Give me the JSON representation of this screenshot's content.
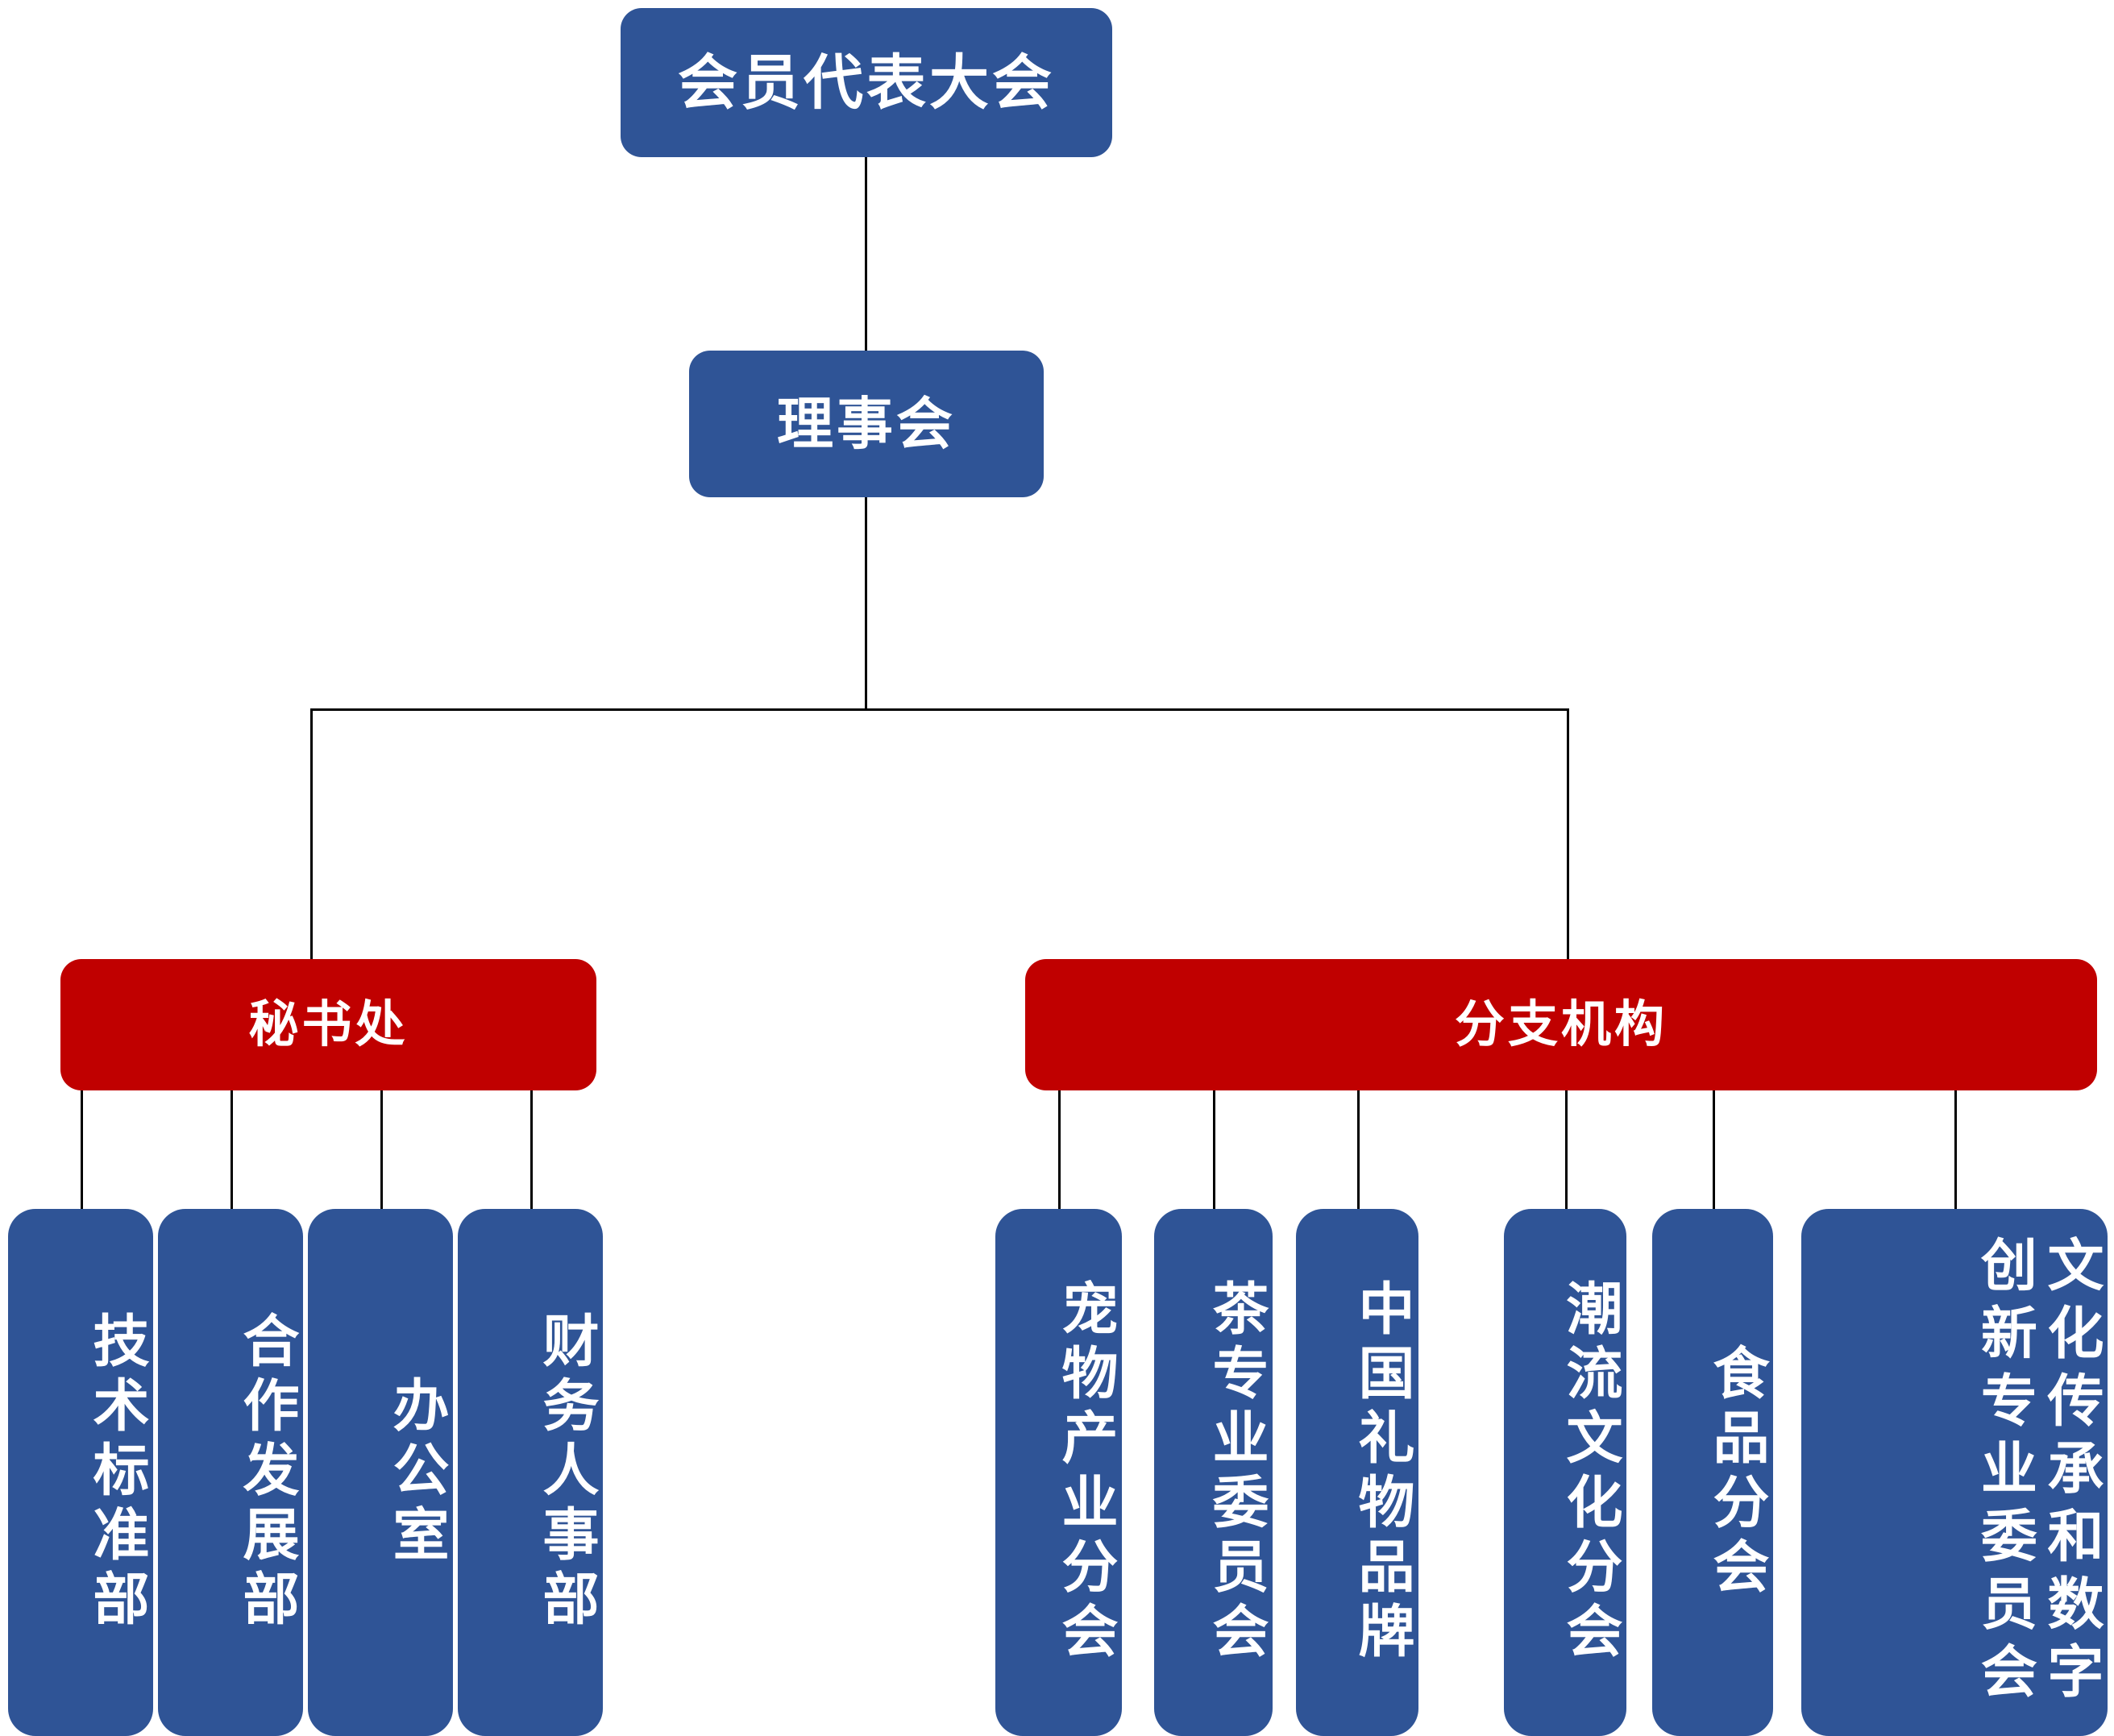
{
  "colors": {
    "blue": "#2F5496",
    "red": "#C00000",
    "line": "#000000",
    "text": "#FFFFFF",
    "background": "#FFFFFF"
  },
  "chart_data": {
    "type": "diagram",
    "subtype": "organization-chart",
    "orientation": "top-down",
    "levels": 4,
    "nodes": [
      {
        "id": "assembly",
        "label": "会员代表大会",
        "level": 1,
        "color": "#2F5496",
        "parent": null
      },
      {
        "id": "council",
        "label": "理事会",
        "level": 2,
        "color": "#2F5496",
        "parent": "assembly"
      },
      {
        "id": "secretariat",
        "label": "秘书处",
        "level": 3,
        "color": "#C00000",
        "parent": "council"
      },
      {
        "id": "branches",
        "label": "分支机构",
        "level": 3,
        "color": "#C00000",
        "parent": "council"
      },
      {
        "id": "tech",
        "label": "技术标准部",
        "level": 4,
        "color": "#2F5496",
        "parent": "secretariat"
      },
      {
        "id": "coop",
        "label": "合作发展部",
        "level": 4,
        "color": "#2F5496",
        "parent": "secretariat"
      },
      {
        "id": "office",
        "label": "办公室",
        "level": 4,
        "color": "#2F5496",
        "parent": "secretariat"
      },
      {
        "id": "finance",
        "label": "财务人事部",
        "level": 4,
        "color": "#2F5496",
        "parent": "secretariat"
      },
      {
        "id": "pet",
        "label": "宠物产业分会",
        "level": 4,
        "color": "#2F5496",
        "parent": "branches"
      },
      {
        "id": "tea",
        "label": "茶专业委员会",
        "level": 4,
        "color": "#2F5496",
        "parent": "branches"
      },
      {
        "id": "gift",
        "label": "中国礼物品牌",
        "level": 4,
        "color": "#2F5496",
        "parent": "branches"
      },
      {
        "id": "trend",
        "label": "潮流文化分会",
        "level": 4,
        "color": "#2F5496",
        "parent": "branches"
      },
      {
        "id": "food",
        "label": "食品分会",
        "level": 4,
        "color": "#2F5496",
        "parent": "branches"
      },
      {
        "id": "culture",
        "label": "文化传承和数字创新专业委员会",
        "level": 4,
        "color": "#2F5496",
        "parent": "branches"
      }
    ],
    "edges": [
      {
        "from": "assembly",
        "to": "council"
      },
      {
        "from": "council",
        "to": "secretariat"
      },
      {
        "from": "council",
        "to": "branches"
      },
      {
        "from": "secretariat",
        "to": "tech"
      },
      {
        "from": "secretariat",
        "to": "coop"
      },
      {
        "from": "secretariat",
        "to": "office"
      },
      {
        "from": "secretariat",
        "to": "finance"
      },
      {
        "from": "branches",
        "to": "pet"
      },
      {
        "from": "branches",
        "to": "tea"
      },
      {
        "from": "branches",
        "to": "gift"
      },
      {
        "from": "branches",
        "to": "trend"
      },
      {
        "from": "branches",
        "to": "food"
      },
      {
        "from": "branches",
        "to": "culture"
      }
    ]
  },
  "level1": {
    "assembly": "会员代表大会"
  },
  "level2": {
    "council": "理事会"
  },
  "level3": {
    "secretariat": "秘书处",
    "branches": "分支机构"
  },
  "secretariat_children": {
    "tech": "技术标准部",
    "coop": "合作发展部",
    "office": "办公室",
    "finance": "财务人事部"
  },
  "branch_children": {
    "pet": "宠物产业分会",
    "tea": "茶专业委员会",
    "gift": "中国礼物品牌",
    "trend": "潮流文化分会",
    "food": "食品分会",
    "culture": "文化传承和数字创新专业委员会"
  }
}
